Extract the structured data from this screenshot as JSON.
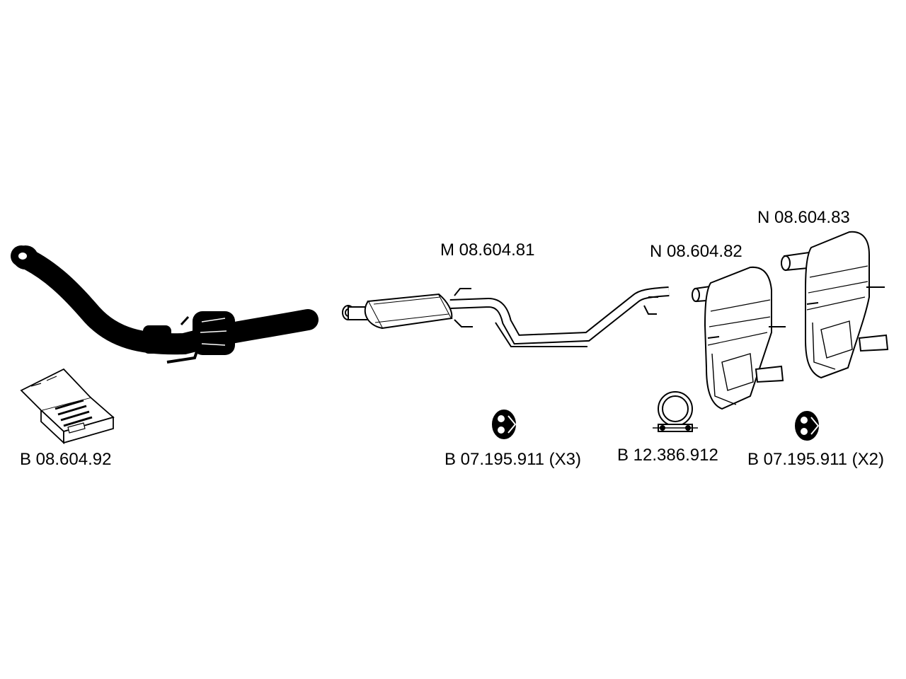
{
  "colors": {
    "ink": "#000000",
    "paper": "#ffffff"
  },
  "parts": {
    "front_pipe_catalyst": {
      "icon": "front-pipe-with-catalyst"
    },
    "mounting_kit": {
      "label": "B 08.604.92",
      "icon": "mounting-kit-box"
    },
    "middle_silencer": {
      "label": "M 08.604.81",
      "icon": "middle-silencer"
    },
    "rear_silencer_left": {
      "label": "N 08.604.82",
      "icon": "rear-silencer"
    },
    "rear_silencer_right": {
      "label": "N 08.604.83",
      "icon": "rear-silencer"
    },
    "rubber_mount_x3": {
      "label": "B 07.195.911 (X3)",
      "icon": "rubber-mount"
    },
    "clamp": {
      "label": "B 12.386.912",
      "icon": "pipe-clamp"
    },
    "rubber_mount_x2": {
      "label": "B 07.195.911 (X2)",
      "icon": "rubber-mount"
    }
  }
}
